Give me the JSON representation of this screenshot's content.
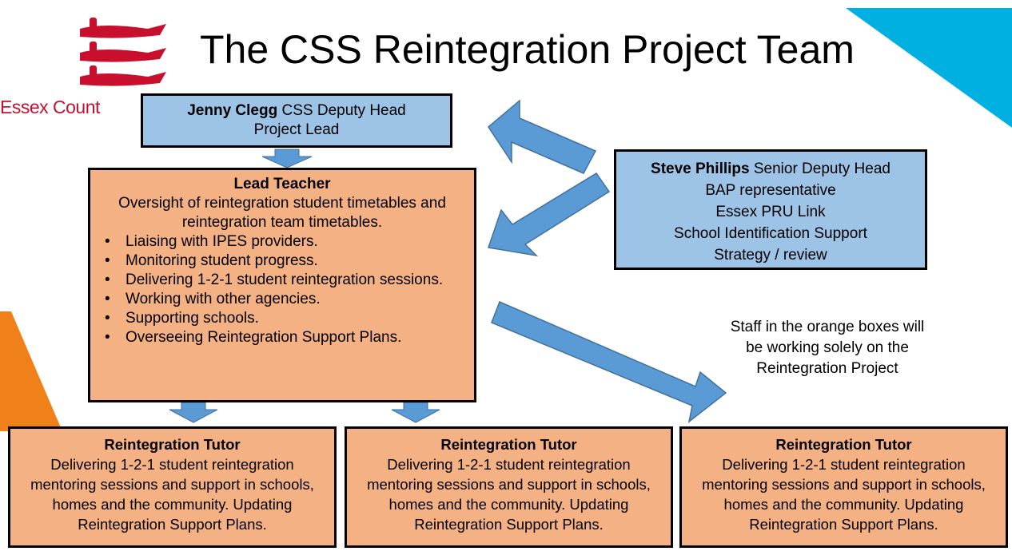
{
  "title": "The CSS Reintegration Project Team",
  "logo": {
    "text": "Essex Count",
    "icon": "essex-seaxes-icon"
  },
  "colors": {
    "blue_box": "#9dc3e6",
    "orange_box": "#f4b183",
    "arrow": "#5b9bd5",
    "accent_cyan": "#00b0e0",
    "accent_orange": "#f0801a",
    "logo_red": "#c8102e"
  },
  "project_lead": {
    "name": "Jenny Clegg",
    "role": "CSS Deputy Head",
    "line2": "Project Lead"
  },
  "lead_teacher": {
    "heading": "Lead Teacher",
    "summary": "Oversight of reintegration student timetables and reintegration team timetables.",
    "items": [
      "Liaising with IPES providers.",
      "Monitoring student progress.",
      "Delivering 1-2-1 student reintegration sessions.",
      "Working with other agencies.",
      "Supporting schools.",
      "Overseeing Reintegration Support Plans."
    ]
  },
  "senior_deputy": {
    "name": "Steve Phillips",
    "role": "Senior Deputy Head",
    "lines": [
      "BAP representative",
      "Essex PRU Link",
      "School Identification Support",
      "Strategy / review"
    ]
  },
  "note": "Staff in the orange boxes will be working solely on the Reintegration Project",
  "tutors": [
    {
      "heading": "Reintegration Tutor",
      "body": "Delivering 1-2-1 student reintegration mentoring sessions and support in schools, homes and the community. Updating Reintegration Support Plans."
    },
    {
      "heading": "Reintegration Tutor",
      "body": "Delivering 1-2-1 student reintegration mentoring sessions and support in schools, homes and the community. Updating Reintegration Support Plans."
    },
    {
      "heading": "Reintegration Tutor",
      "body": "Delivering 1-2-1 student reintegration mentoring sessions and support in schools, homes and the community. Updating Reintegration Support Plans."
    }
  ]
}
